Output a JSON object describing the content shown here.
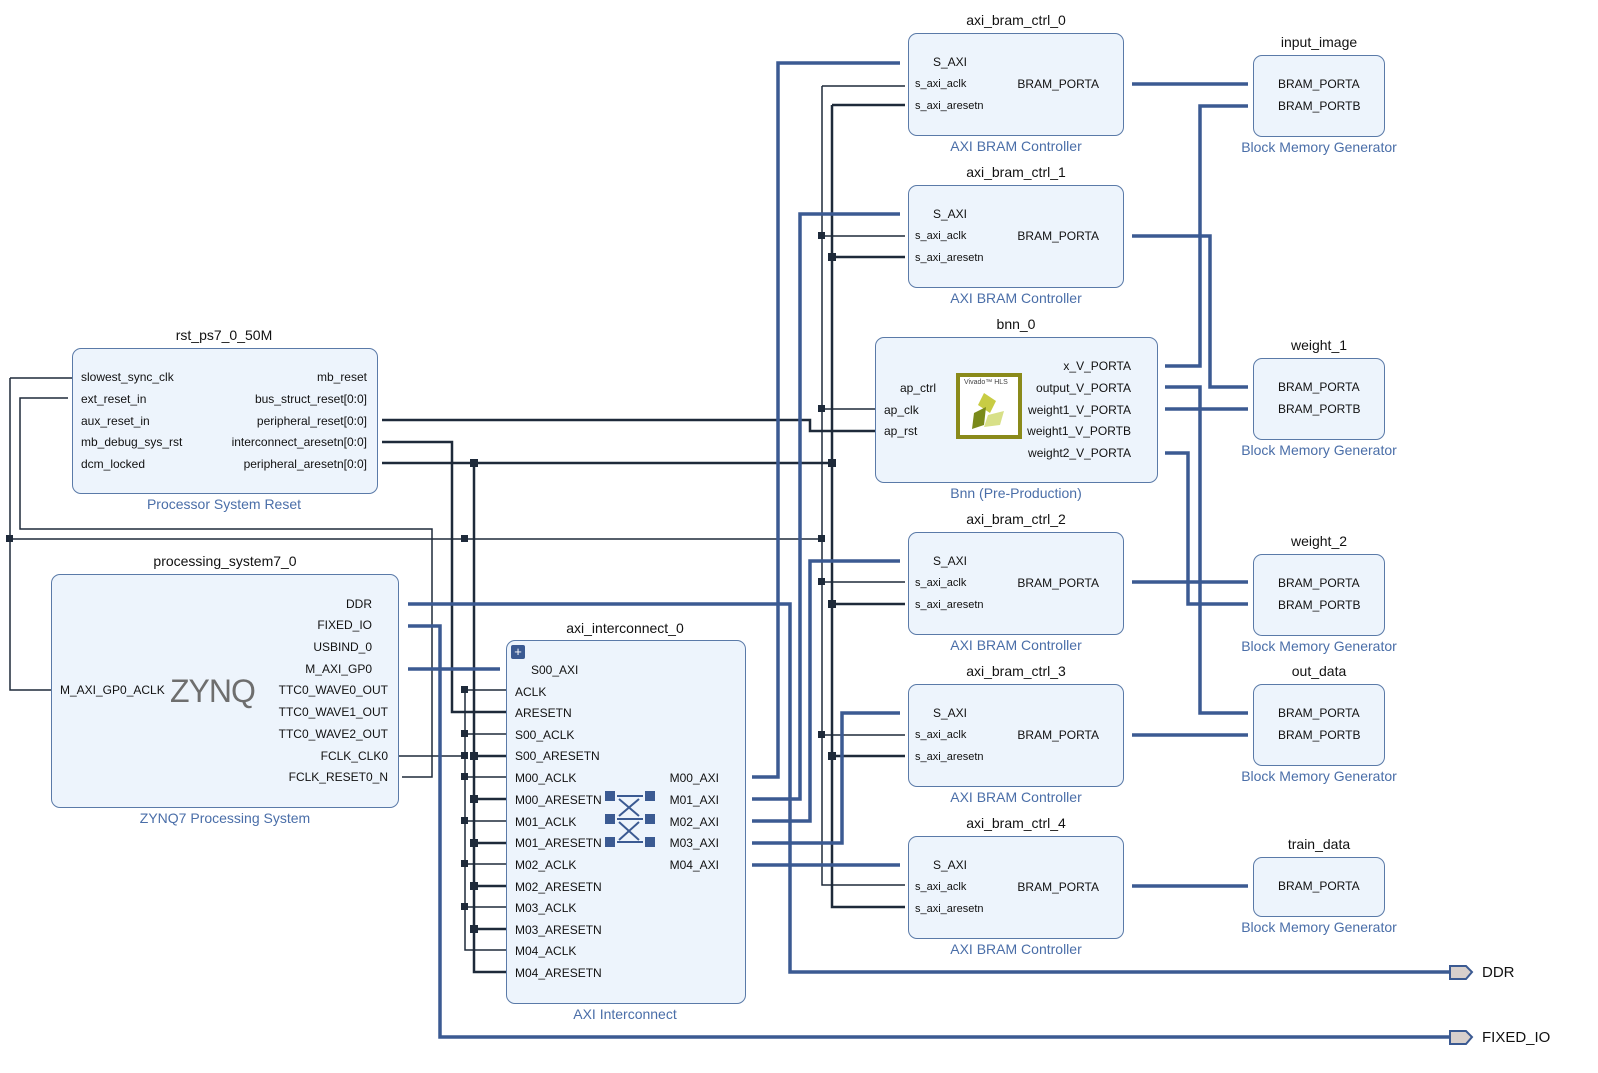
{
  "blocks": {
    "rst": {
      "name": "rst_ps7_0_50M",
      "type": "Processor System Reset",
      "left_pins": [
        "slowest_sync_clk",
        "ext_reset_in",
        "aux_reset_in",
        "mb_debug_sys_rst",
        "dcm_locked"
      ],
      "right_pins": [
        "mb_reset",
        "bus_struct_reset[0:0]",
        "peripheral_reset[0:0]",
        "interconnect_aresetn[0:0]",
        "peripheral_aresetn[0:0]"
      ]
    },
    "ps7": {
      "name": "processing_system7_0",
      "type": "ZYNQ7 Processing System",
      "logo": "ZYNQ",
      "left_pins": [
        "M_AXI_GP0_ACLK"
      ],
      "right_pins": [
        "DDR",
        "FIXED_IO",
        "USBIND_0",
        "M_AXI_GP0",
        "TTC0_WAVE0_OUT",
        "TTC0_WAVE1_OUT",
        "TTC0_WAVE2_OUT",
        "FCLK_CLK0",
        "FCLK_RESET0_N"
      ]
    },
    "interconnect": {
      "name": "axi_interconnect_0",
      "type": "AXI Interconnect",
      "left_pins": [
        "S00_AXI",
        "ACLK",
        "ARESETN",
        "S00_ACLK",
        "S00_ARESETN",
        "M00_ACLK",
        "M00_ARESETN",
        "M01_ACLK",
        "M01_ARESETN",
        "M02_ACLK",
        "M02_ARESETN",
        "M03_ACLK",
        "M03_ARESETN",
        "M04_ACLK",
        "M04_ARESETN"
      ],
      "right_pins": [
        "M00_AXI",
        "M01_AXI",
        "M02_AXI",
        "M03_AXI",
        "M04_AXI"
      ]
    },
    "bnn": {
      "name": "bnn_0",
      "type": "Bnn (Pre-Production)",
      "logo": "Vivado™ HLS",
      "left_pins": [
        "ap_ctrl",
        "ap_clk",
        "ap_rst"
      ],
      "right_pins": [
        "x_V_PORTA",
        "output_V_PORTA",
        "weight1_V_PORTA",
        "weight1_V_PORTB",
        "weight2_V_PORTA"
      ]
    },
    "bram_ctrls": [
      {
        "name": "axi_bram_ctrl_0",
        "type": "AXI BRAM Controller",
        "left_pins": [
          "S_AXI",
          "s_axi_aclk",
          "s_axi_aresetn"
        ],
        "right_pin": "BRAM_PORTA"
      },
      {
        "name": "axi_bram_ctrl_1",
        "type": "AXI BRAM Controller",
        "left_pins": [
          "S_AXI",
          "s_axi_aclk",
          "s_axi_aresetn"
        ],
        "right_pin": "BRAM_PORTA"
      },
      {
        "name": "axi_bram_ctrl_2",
        "type": "AXI BRAM Controller",
        "left_pins": [
          "S_AXI",
          "s_axi_aclk",
          "s_axi_aresetn"
        ],
        "right_pin": "BRAM_PORTA"
      },
      {
        "name": "axi_bram_ctrl_3",
        "type": "AXI BRAM Controller",
        "left_pins": [
          "S_AXI",
          "s_axi_aclk",
          "s_axi_aresetn"
        ],
        "right_pin": "BRAM_PORTA"
      },
      {
        "name": "axi_bram_ctrl_4",
        "type": "AXI BRAM Controller",
        "left_pins": [
          "S_AXI",
          "s_axi_aclk",
          "s_axi_aresetn"
        ],
        "right_pin": "BRAM_PORTA"
      }
    ],
    "brams": [
      {
        "name": "input_image",
        "type": "Block Memory Generator",
        "pins": [
          "BRAM_PORTA",
          "BRAM_PORTB"
        ]
      },
      {
        "name": "weight_1",
        "type": "Block Memory Generator",
        "pins": [
          "BRAM_PORTA",
          "BRAM_PORTB"
        ]
      },
      {
        "name": "weight_2",
        "type": "Block Memory Generator",
        "pins": [
          "BRAM_PORTA",
          "BRAM_PORTB"
        ]
      },
      {
        "name": "out_data",
        "type": "Block Memory Generator",
        "pins": [
          "BRAM_PORTA",
          "BRAM_PORTB"
        ]
      },
      {
        "name": "train_data",
        "type": "Block Memory Generator",
        "pins": [
          "BRAM_PORTA"
        ]
      }
    ]
  },
  "external_ports": [
    "DDR",
    "FIXED_IO"
  ],
  "colors": {
    "bus": "#3b5a92",
    "wire": "#1e2a3a",
    "block_fill": "#edf4fc",
    "block_border": "#5a7aa8",
    "subtitle": "#4a6ea8"
  }
}
